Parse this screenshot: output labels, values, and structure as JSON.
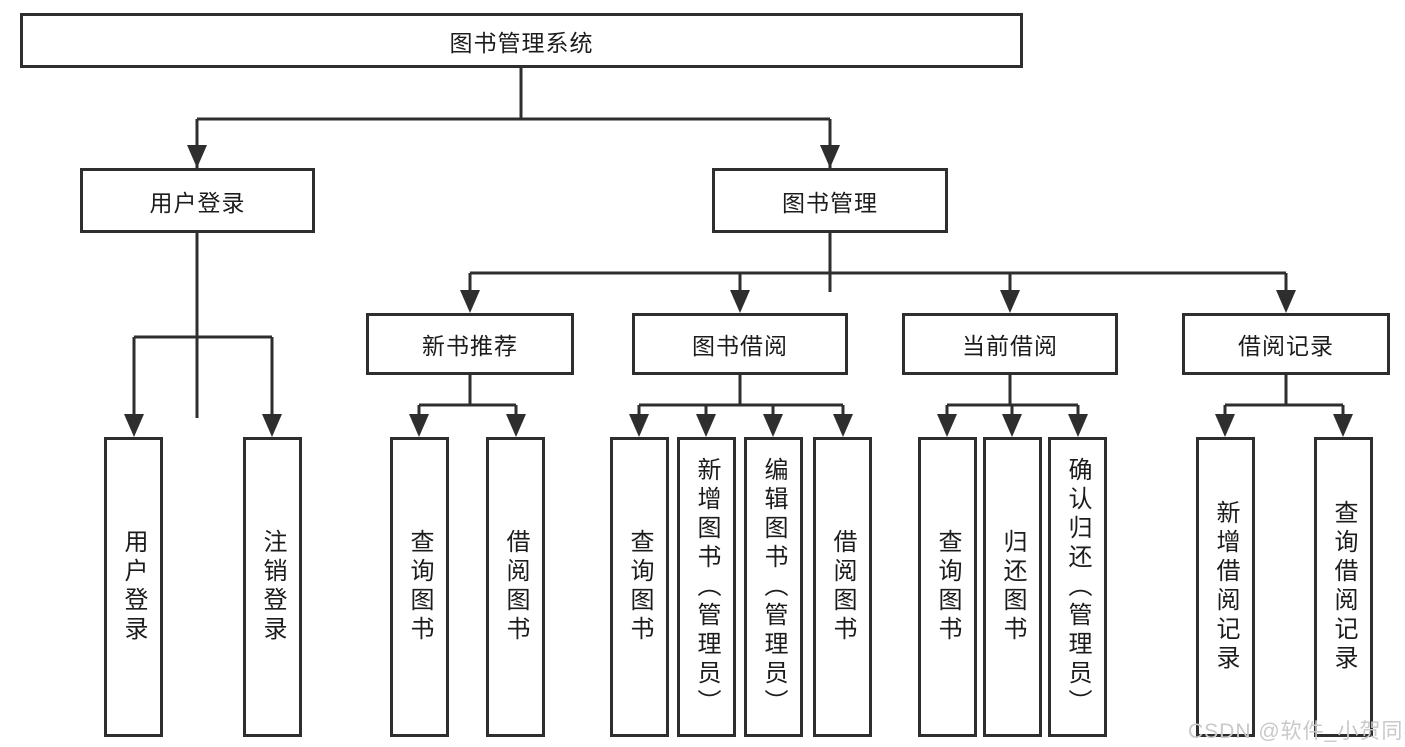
{
  "colors": {
    "line": "#2e2e2e",
    "text": "#1c1c1c",
    "watermark": "#c9c9c9",
    "bg": "#ffffff"
  },
  "watermark": {
    "text": "CSDN @软件_小贺同学"
  },
  "tree": {
    "root": {
      "label": "图书管理系统",
      "children": [
        {
          "label": "用户登录",
          "children": [
            {
              "label": "用户登录"
            },
            {
              "label": "注销登录"
            }
          ]
        },
        {
          "label": "图书管理",
          "children": [
            {
              "label": "新书推荐",
              "children": [
                {
                  "label": "查询图书"
                },
                {
                  "label": "借阅图书"
                }
              ]
            },
            {
              "label": "图书借阅",
              "children": [
                {
                  "label": "查询图书"
                },
                {
                  "label": "新增图书（管理员）"
                },
                {
                  "label": "编辑图书（管理员）"
                },
                {
                  "label": "借阅图书"
                }
              ]
            },
            {
              "label": "当前借阅",
              "children": [
                {
                  "label": "查询图书"
                },
                {
                  "label": "归还图书"
                },
                {
                  "label": "确认归还（管理员）"
                }
              ]
            },
            {
              "label": "借阅记录",
              "children": [
                {
                  "label": "新增借阅记录"
                },
                {
                  "label": "查询借阅记录"
                }
              ]
            }
          ]
        }
      ]
    }
  }
}
